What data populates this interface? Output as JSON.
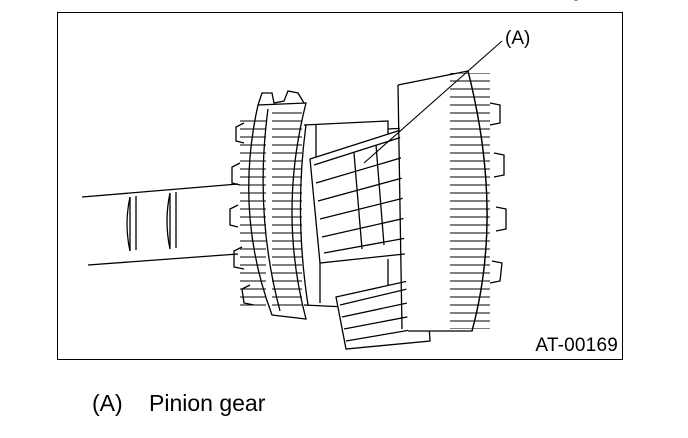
{
  "figure": {
    "callout_label": "(A)",
    "code": "AT-00169"
  },
  "legend": {
    "items": [
      {
        "key": "(A)",
        "text": "Pinion gear"
      }
    ]
  }
}
